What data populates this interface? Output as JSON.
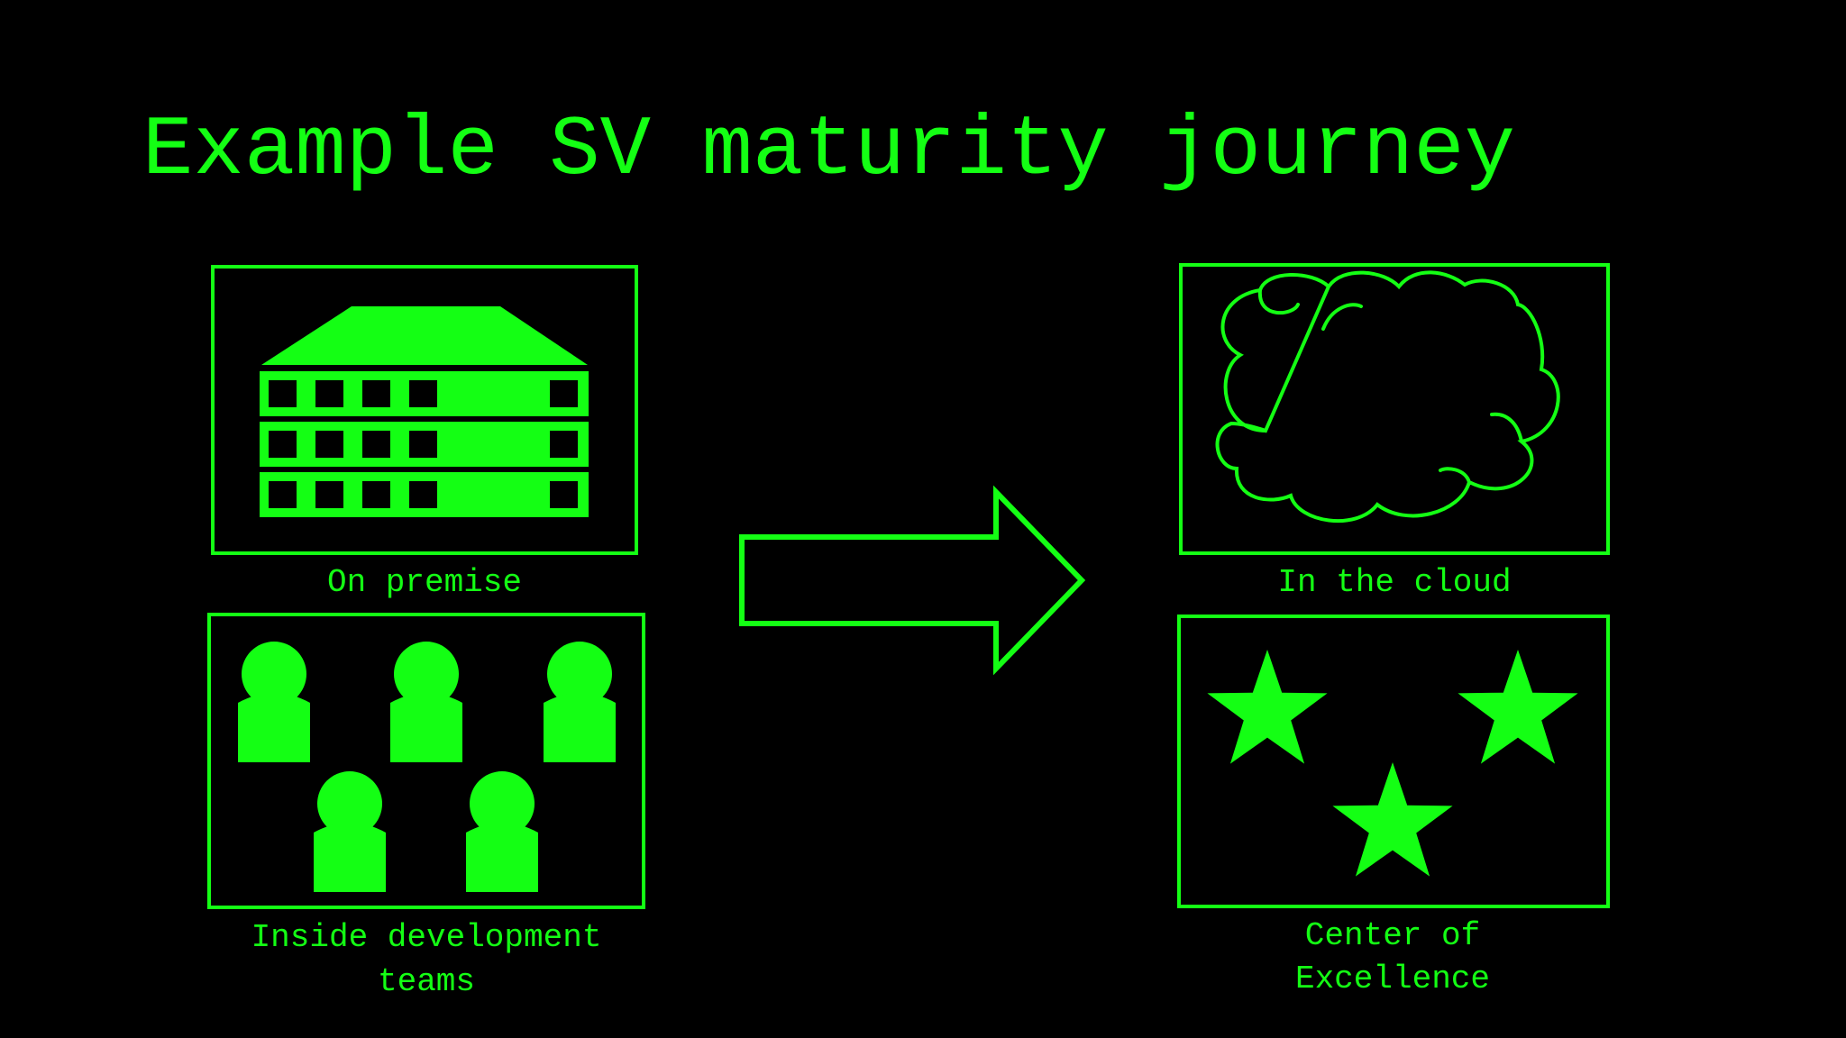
{
  "title": "Example SV maturity journey",
  "accent_color": "#14ff14",
  "background_color": "#000000",
  "panels": {
    "on_premise": {
      "caption": "On premise",
      "icon": "server-rack-icon"
    },
    "development_teams": {
      "caption_line1": "Inside development",
      "caption_line2": "teams",
      "icon": "people-icon"
    },
    "cloud": {
      "caption": "In the cloud",
      "icon": "cloud-icon"
    },
    "center_of_excellence": {
      "caption_line1": "Center of",
      "caption_line2": "Excellence",
      "icon": "star-icon"
    }
  },
  "arrow": {
    "icon": "right-arrow-icon"
  }
}
